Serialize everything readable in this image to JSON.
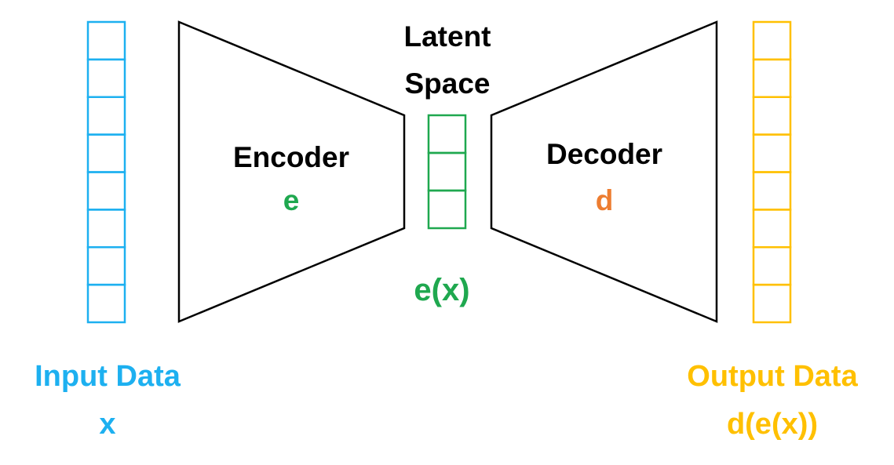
{
  "input": {
    "label": "Input Data",
    "symbol": "x",
    "color": "#1DB0F0",
    "cells": 8
  },
  "encoder": {
    "label": "Encoder",
    "symbol": "e",
    "symbol_color": "#1FA84F"
  },
  "latent": {
    "title_line1": "Latent",
    "title_line2": "Space",
    "symbol": "e(x)",
    "color": "#1FA84F",
    "cells": 3
  },
  "decoder": {
    "label": "Decoder",
    "symbol": "d",
    "symbol_color": "#ED7D31"
  },
  "output": {
    "label": "Output Data",
    "symbol": "d(e(x))",
    "color": "#FFC000",
    "cells": 8
  },
  "stroke_color": "#000000"
}
